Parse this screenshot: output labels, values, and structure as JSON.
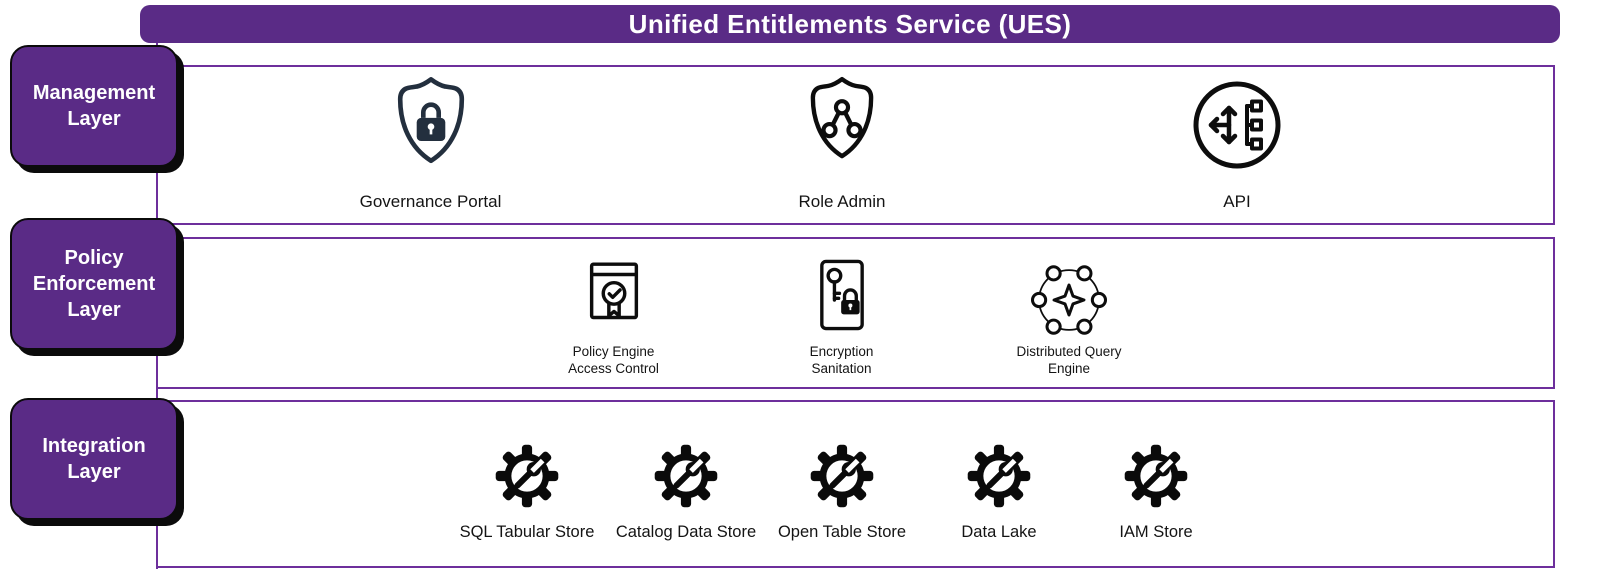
{
  "header": {
    "title": "Unified Entitlements Service (UES)"
  },
  "layers": {
    "management": {
      "label": "Management Layer",
      "items": {
        "governance_portal": {
          "label": "Governance Portal",
          "icon": "shield-lock-icon"
        },
        "role_admin": {
          "label": "Role Admin",
          "icon": "shield-network-icon"
        },
        "api": {
          "label": "API",
          "icon": "api-flow-icon"
        }
      }
    },
    "policy_enforcement": {
      "label": "Policy Enforcement Layer",
      "items": {
        "policy_engine": {
          "label": "Policy Engine Access Control",
          "icon": "certificate-window-icon"
        },
        "encryption_sanitation": {
          "label": "Encryption Sanitation",
          "icon": "key-lock-icon"
        },
        "distributed_query_engine": {
          "label": "Distributed Query Engine",
          "icon": "distributed-nodes-icon"
        }
      }
    },
    "integration": {
      "label": "Integration Layer",
      "items": {
        "sql_tabular_store": {
          "label": "SQL Tabular Store",
          "icon": "gear-wrench-icon"
        },
        "catalog_data_store": {
          "label": "Catalog Data Store",
          "icon": "gear-wrench-icon"
        },
        "open_table_store": {
          "label": "Open Table Store",
          "icon": "gear-wrench-icon"
        },
        "data_lake": {
          "label": "Data Lake",
          "icon": "gear-wrench-icon"
        },
        "iam_store": {
          "label": "IAM Store",
          "icon": "gear-wrench-icon"
        }
      }
    }
  },
  "colors": {
    "purple": "#5a2b86",
    "band_border": "#6d2f9c",
    "label_shadow": "#0b0b0b",
    "icon_navy": "#232f3e",
    "icon_black": "#0d0d0d",
    "card_bg": "#ffffff"
  }
}
